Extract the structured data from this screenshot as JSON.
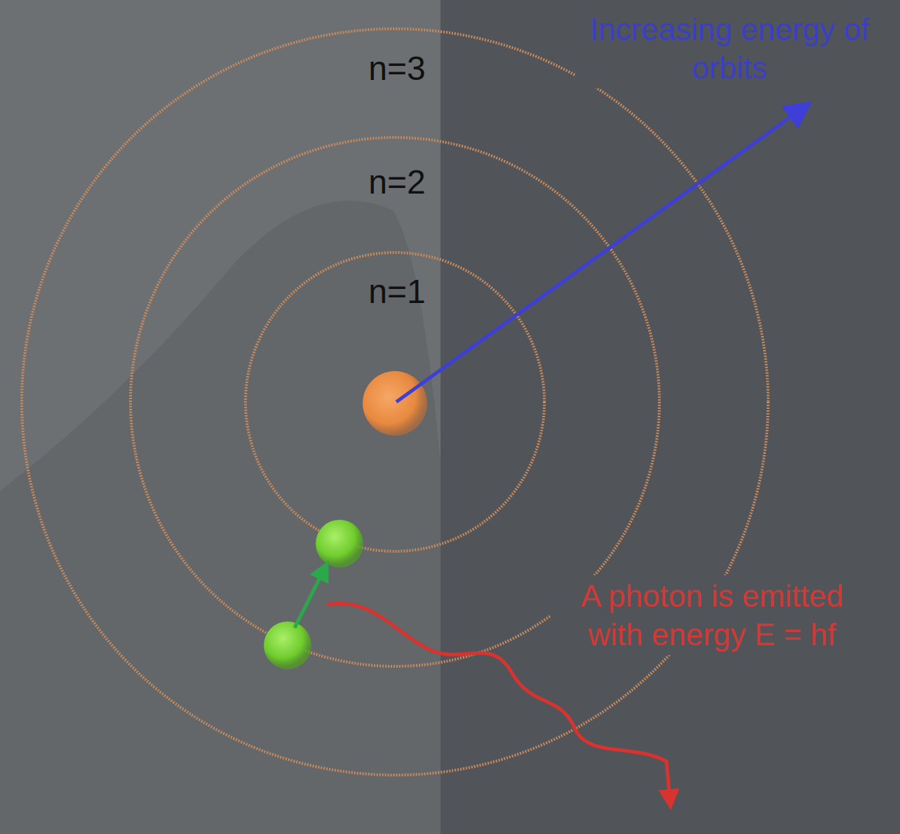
{
  "diagram": {
    "labels": [
      "Increasing energy of orbits",
      "n=3",
      "n=2",
      "n=1",
      "A photon is emitted with energy E = hf"
    ]
  }
}
